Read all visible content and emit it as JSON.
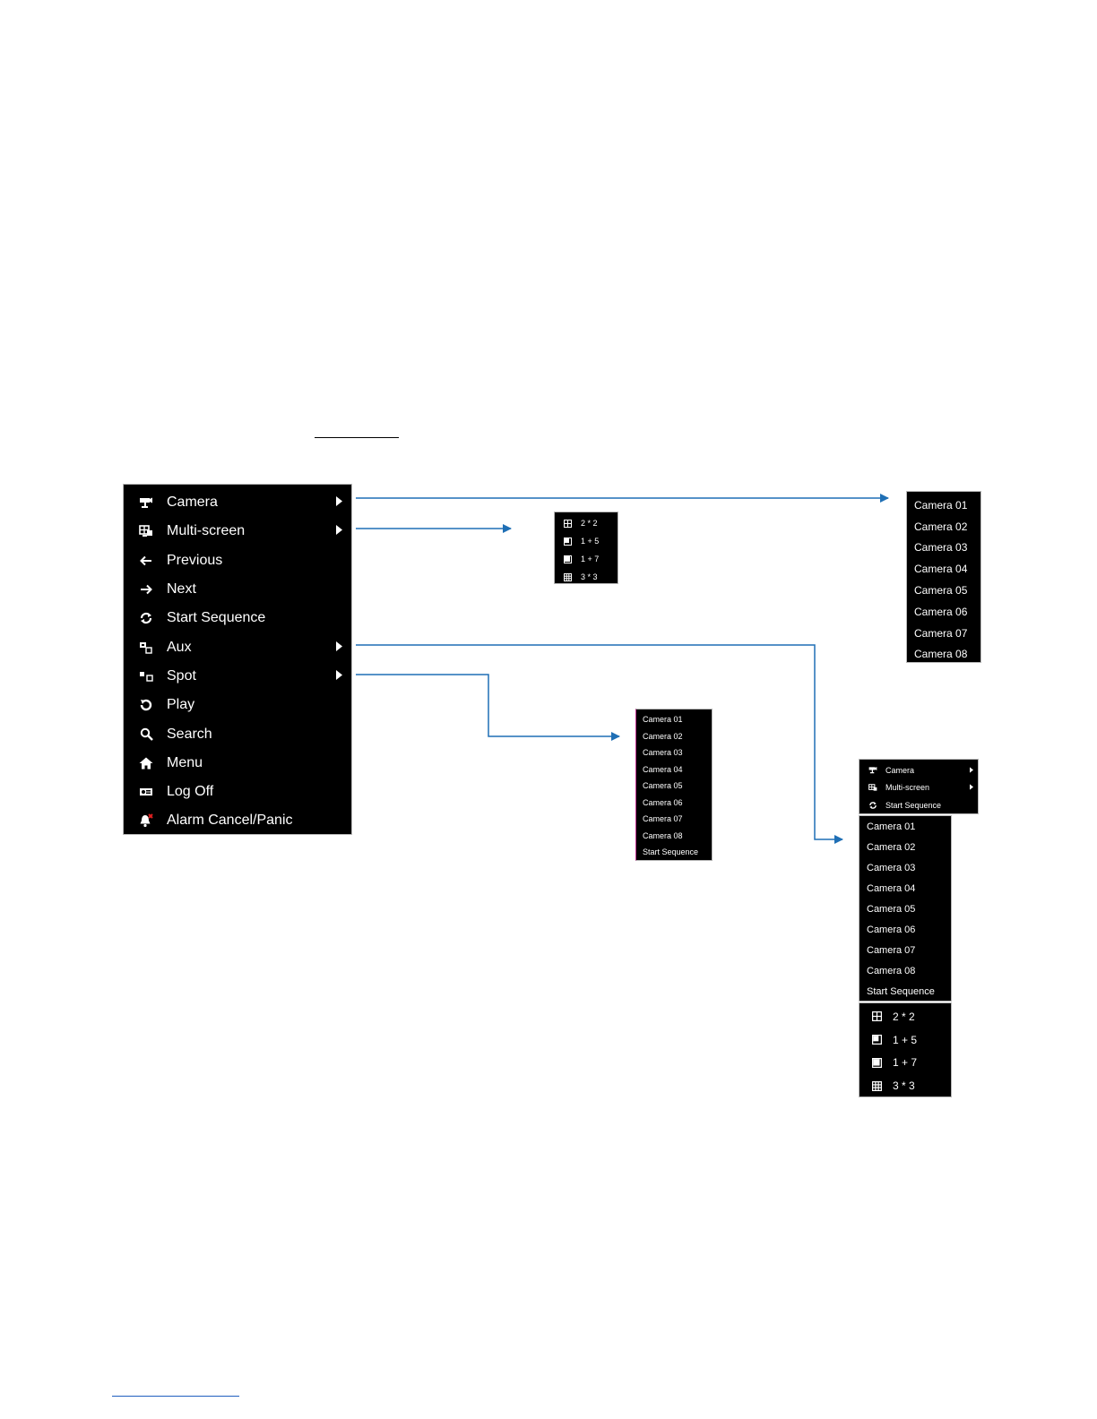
{
  "main_menu": {
    "items": [
      {
        "label": "Camera",
        "icon": "camera-icon",
        "submenu": true
      },
      {
        "label": "Multi-screen",
        "icon": "multi-screen-icon",
        "submenu": true
      },
      {
        "label": "Previous",
        "icon": "arrow-left-icon",
        "submenu": false
      },
      {
        "label": "Next",
        "icon": "arrow-right-icon",
        "submenu": false
      },
      {
        "label": "Start Sequence",
        "icon": "sequence-icon",
        "submenu": false
      },
      {
        "label": "Aux",
        "icon": "aux-icon",
        "submenu": true
      },
      {
        "label": "Spot",
        "icon": "spot-icon",
        "submenu": true
      },
      {
        "label": "Play",
        "icon": "play-icon",
        "submenu": false
      },
      {
        "label": "Search",
        "icon": "search-icon",
        "submenu": false
      },
      {
        "label": "Menu",
        "icon": "home-icon",
        "submenu": false
      },
      {
        "label": "Log Off",
        "icon": "log-off-icon",
        "submenu": false
      },
      {
        "label": "Alarm Cancel/Panic",
        "icon": "alarm-icon",
        "submenu": false
      }
    ]
  },
  "camera_submenu": {
    "items": [
      "Camera 01",
      "Camera 02",
      "Camera 03",
      "Camera 04",
      "Camera 05",
      "Camera 06",
      "Camera 07",
      "Camera 08"
    ]
  },
  "multiscreen_submenu": {
    "items": [
      {
        "label": "2 * 2",
        "icon": "grid-2x2-icon"
      },
      {
        "label": "1 + 5",
        "icon": "layout-1plus5-icon"
      },
      {
        "label": "1 + 7",
        "icon": "layout-1plus7-icon"
      },
      {
        "label": "3 * 3",
        "icon": "grid-3x3-icon"
      }
    ]
  },
  "spot_submenu": {
    "items": [
      "Camera 01",
      "Camera 02",
      "Camera 03",
      "Camera 04",
      "Camera 05",
      "Camera 06",
      "Camera 07",
      "Camera 08",
      "Start Sequence"
    ]
  },
  "aux_submenu": {
    "top_items": [
      {
        "label": "Camera",
        "icon": "camera-icon"
      },
      {
        "label": "Multi-screen",
        "icon": "multi-screen-icon"
      },
      {
        "label": "Start Sequence",
        "icon": "sequence-icon"
      }
    ],
    "camera_items": [
      "Camera 01",
      "Camera 02",
      "Camera 03",
      "Camera 04",
      "Camera 05",
      "Camera 06",
      "Camera 07",
      "Camera 08",
      "Start Sequence"
    ],
    "layout_items": [
      {
        "label": "2 * 2",
        "icon": "grid-2x2-icon"
      },
      {
        "label": "1 + 5",
        "icon": "layout-1plus5-icon"
      },
      {
        "label": "1 + 7",
        "icon": "layout-1plus7-icon"
      },
      {
        "label": "3 * 3",
        "icon": "grid-3x3-icon"
      }
    ]
  },
  "colors": {
    "menu_bg": "#000000",
    "menu_text": "#ffffff",
    "connector": "#1f6fb5"
  }
}
